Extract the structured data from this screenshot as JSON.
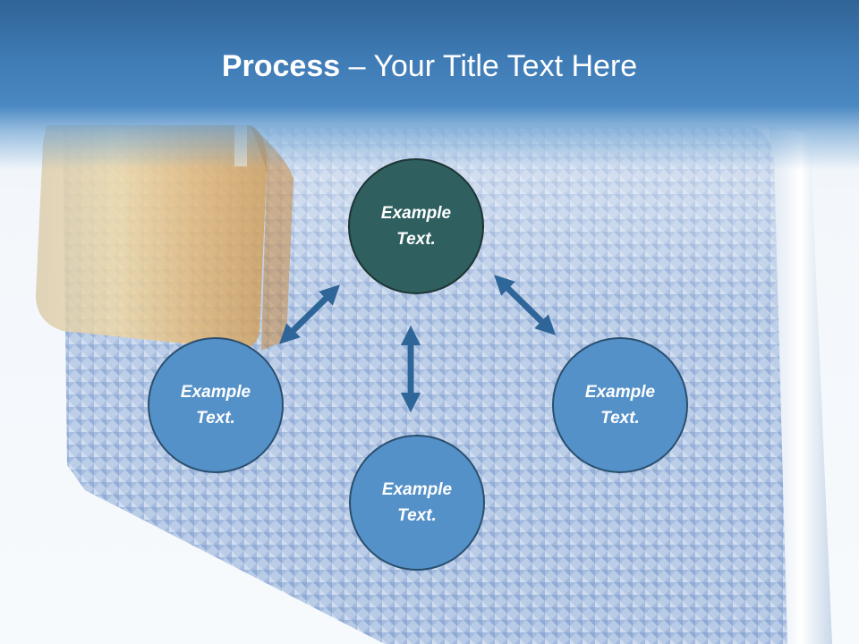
{
  "title": {
    "bold": "Process",
    "rest": " – Your Title Text Here"
  },
  "nodes": {
    "top": {
      "line1": "Example",
      "line2": "Text."
    },
    "left": {
      "line1": "Example",
      "line2": "Text."
    },
    "right": {
      "line1": "Example",
      "line2": "Text."
    },
    "bottom": {
      "line1": "Example",
      "line2": "Text."
    }
  },
  "colors": {
    "title_bar": "#3f7bb5",
    "node_center": "#2f5f5f",
    "node_outer": "#5491c8",
    "arrow": "#2f6699"
  }
}
